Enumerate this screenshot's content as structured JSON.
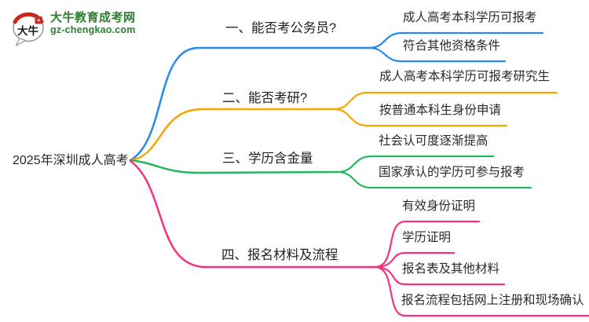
{
  "page": {
    "background": "#ffffff"
  },
  "logo": {
    "site_name": "大牛教育成考网",
    "site_url": "gz-chengkao.com",
    "brand_color": "#2e7d2f",
    "icon_text": "大牛",
    "icon_red": "#c5281c"
  },
  "mindmap": {
    "root": {
      "label": "2025年深圳成人高考"
    },
    "branches": [
      {
        "label": "一、能否考公务员?",
        "color": "#2789ee",
        "children": [
          "成人高考本科学历可报考",
          "符合其他资格条件"
        ]
      },
      {
        "label": "二、能否考研?",
        "color": "#f7a600",
        "children": [
          "成人高考本科学历可报考研究生",
          "按普通本科生身份申请"
        ]
      },
      {
        "label": "三、学历含金量",
        "color": "#25b45f",
        "children": [
          "社会认可度逐渐提高",
          "国家承认的学历可参与报考"
        ]
      },
      {
        "label": "四、报名材料及流程",
        "color": "#f5317f",
        "children": [
          "有效身份证明",
          "学历证明",
          "报名表及其他材料",
          "报名流程包括网上注册和现场确认"
        ]
      }
    ]
  }
}
